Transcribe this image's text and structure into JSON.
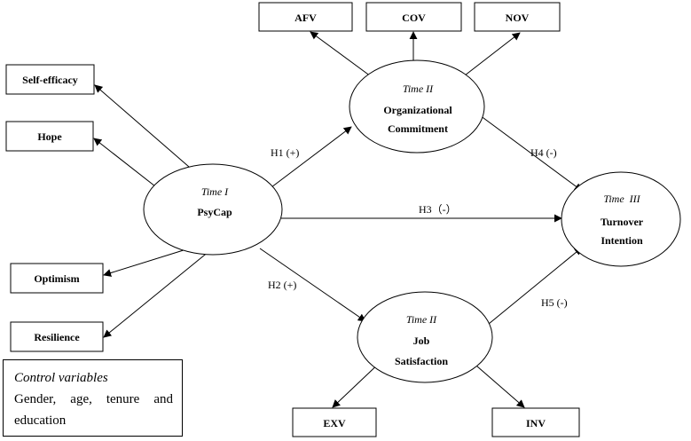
{
  "predictor": {
    "time": "Time I",
    "label": "PsyCap",
    "dimensions": [
      "Self-efficacy",
      "Hope",
      "Optimism",
      "Resilience"
    ]
  },
  "mediator_commitment": {
    "time": "Time II",
    "label_line1": "Organizational",
    "label_line2": "Commitment",
    "dimensions": [
      "AFV",
      "COV",
      "NOV"
    ]
  },
  "mediator_satisfaction": {
    "time": "Time II",
    "label_line1": "Job",
    "label_line2": "Satisfaction",
    "dimensions": [
      "EXV",
      "INV"
    ]
  },
  "outcome": {
    "time": "Time  III",
    "label_line1": "Turnover",
    "label_line2": "Intention"
  },
  "hypotheses": {
    "h1": "H1 (+)",
    "h2": "H2 (+)",
    "h3": "H3（-）",
    "h4": "H4 (-)",
    "h5": "H5 (-)"
  },
  "control": {
    "title": "Control variables",
    "text": "Gender, age, tenure and education"
  }
}
